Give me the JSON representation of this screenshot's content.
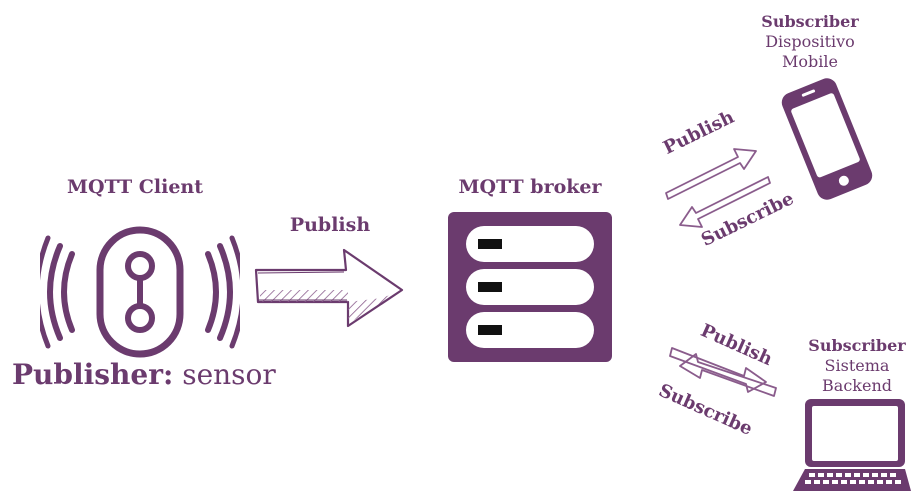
{
  "colors": {
    "primary": "#6b3b6e",
    "fill": "#d8b8d8",
    "hatch": "#8a5c8c"
  },
  "client": {
    "title": "MQTT Client",
    "publisher_bold": "Publisher:",
    "publisher_rest": " sensor"
  },
  "publish_main": "Publish",
  "broker": {
    "title": "MQTT broker"
  },
  "mobile": {
    "role": "Subscriber",
    "line1": "Dispositivo",
    "line2": "Mobile"
  },
  "mobile_arrows": {
    "publish": "Publish",
    "subscribe": "Subscribe"
  },
  "backend": {
    "role": "Subscriber",
    "line1": "Sistema",
    "line2": "Backend"
  },
  "backend_arrows": {
    "publish": "Publish",
    "subscribe": "Subscribe"
  }
}
